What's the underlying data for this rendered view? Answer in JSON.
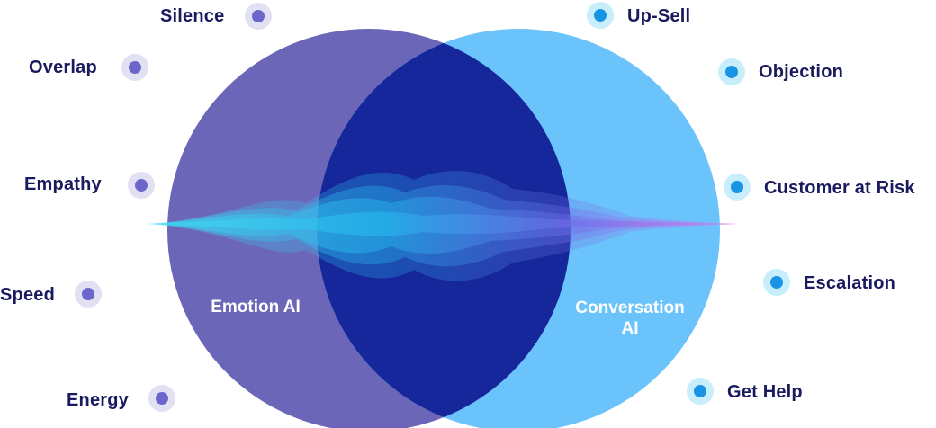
{
  "left_circle": {
    "label": "Emotion AI",
    "color": "#6c66b8"
  },
  "right_circle": {
    "label_line1": "Conversation",
    "label_line2": "AI",
    "color": "#6ac4fb"
  },
  "overlap_color": "#16279b",
  "left_features": [
    "Silence",
    "Overlap",
    "Empathy",
    "Speed",
    "Energy"
  ],
  "right_features": [
    "Up-Sell",
    "Objection",
    "Customer at Risk",
    "Escalation",
    "Get Help"
  ],
  "colors": {
    "text": "#1a1a5e",
    "left_dot": "#6c66cc",
    "right_dot": "#1795e4"
  },
  "wave_icon": "sound-wave"
}
